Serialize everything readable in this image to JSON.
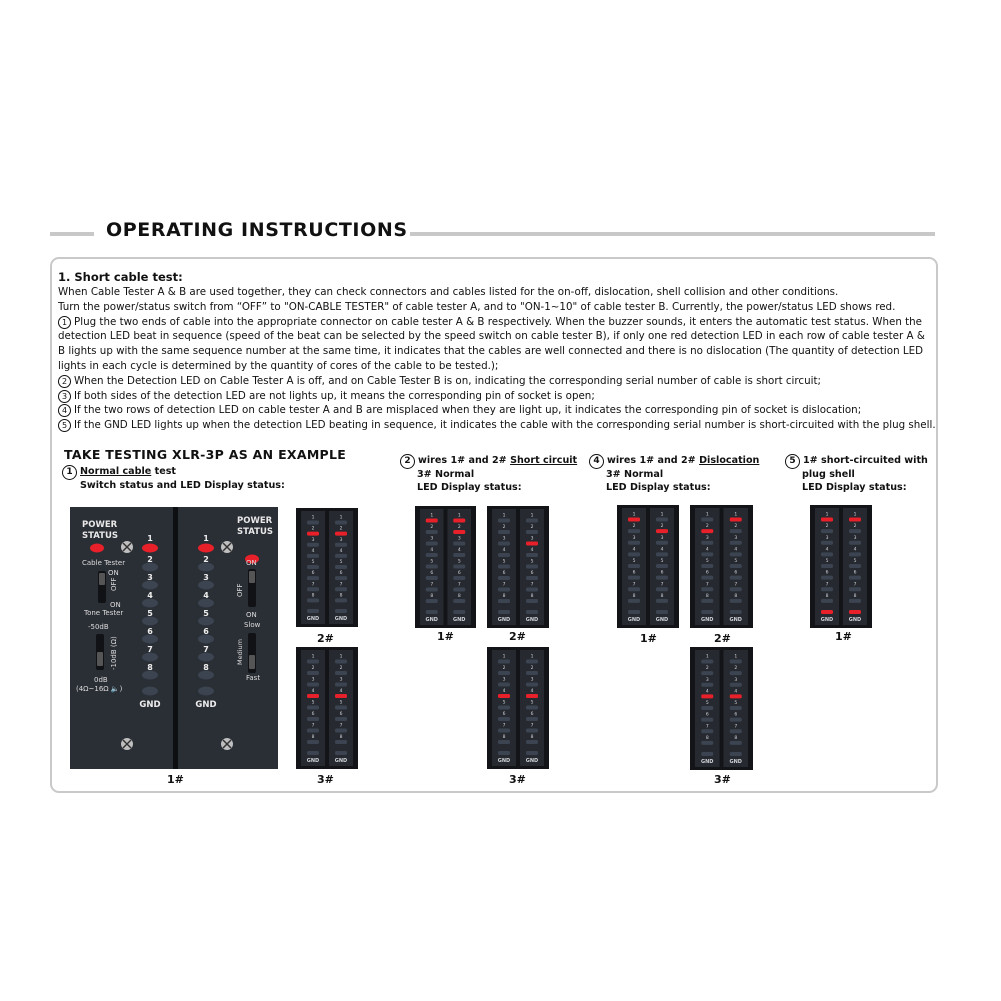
{
  "header": {
    "title": "OPERATING INSTRUCTIONS"
  },
  "instructions": {
    "heading": "1. Short cable test:",
    "paragraphs": [
      "When Cable Tester A & B are used together, they can check connectors and cables listed for the on-off, dislocation, shell collision and other conditions.",
      "Turn the power/status switch from “OFF” to \"ON-CABLE TESTER\" of cable tester A, and to \"ON-1~10\" of cable tester B. Currently, the power/status LED shows red."
    ],
    "steps": [
      {
        "num": "1",
        "lines": [
          "Plug the two ends of cable into the appropriate connector on cable tester A & B respectively. When the buzzer sounds, it enters the automatic test status. When the",
          "detection LED beat in sequence (speed of the beat can be selected by the speed switch on cable tester B), if only one red detection LED in each row of cable tester A &",
          "B lights up with the same sequence number at the same time, it indicates that the cables are well connected and there is no dislocation (The quantity of detection LED",
          "lights in each cycle is determined by the quantity of cores of the cable to be tested.);"
        ]
      },
      {
        "num": "2",
        "lines": [
          "When the Detection LED on Cable Tester A is off, and on Cable Tester B is on, indicating the corresponding serial number of cable is short circuit;"
        ]
      },
      {
        "num": "3",
        "lines": [
          "If both sides of the detection LED are not lights up, it means the corresponding pin of socket is open;"
        ]
      },
      {
        "num": "4",
        "lines": [
          "If the two rows of detection LED on cable tester A and B are misplaced when they are light up, it indicates the corresponding pin of socket is dislocation;"
        ]
      },
      {
        "num": "5",
        "lines": [
          "If the GND LED lights up when the detection LED beating in sequence, it indicates the cable with the corresponding serial number is short-circuited with the plug shell."
        ]
      }
    ]
  },
  "example": {
    "title": "TAKE TESTING XLR-3P AS AN EXAMPLE",
    "sections": [
      {
        "num": "1",
        "head_u": "Normal cable",
        "head_rest": " test",
        "sub": [
          "Switch status and LED Display status:"
        ]
      },
      {
        "num": "2",
        "head_pre": "wires 1# and 2# ",
        "head_u": "Short circuit",
        "sub": [
          "3# Normal",
          "LED Display status:"
        ]
      },
      {
        "num": "4",
        "head_pre": "wires 1# and 2# ",
        "head_u": "Dislocation",
        "sub": [
          "3# Normal",
          "LED Display status:"
        ]
      },
      {
        "num": "5",
        "head_pre": "1# short-circuited with",
        "sub": [
          "plug shell",
          "LED Display status:"
        ]
      }
    ]
  },
  "device": {
    "power_status": "POWER\nSTATUS",
    "power_status_line1": "POWER",
    "power_status_line2": "STATUS",
    "led_labels": [
      "1",
      "2",
      "3",
      "4",
      "5",
      "6",
      "7",
      "8",
      "GND"
    ],
    "left_switch_labels": [
      "Cable Tester",
      "ON",
      "OFF",
      "ON",
      "Tone Tester",
      "-50dB",
      "-10dB (Ω)",
      "0dB",
      "(4Ω~16Ω 🔈)"
    ],
    "right_switch_labels": [
      "ON",
      "OFF",
      "ON",
      "Slow",
      "Medium",
      "Fast"
    ]
  },
  "mini_labels": [
    "1",
    "2",
    "3",
    "4",
    "5",
    "6",
    "7",
    "8",
    "GND"
  ],
  "captions": {
    "c1": "1#",
    "c2": "2#",
    "c3": "3#"
  },
  "colors": {
    "led_red": "#e8202a",
    "led_off": "#3b4450",
    "panel": "#262a30",
    "panel_edge": "#121418"
  }
}
